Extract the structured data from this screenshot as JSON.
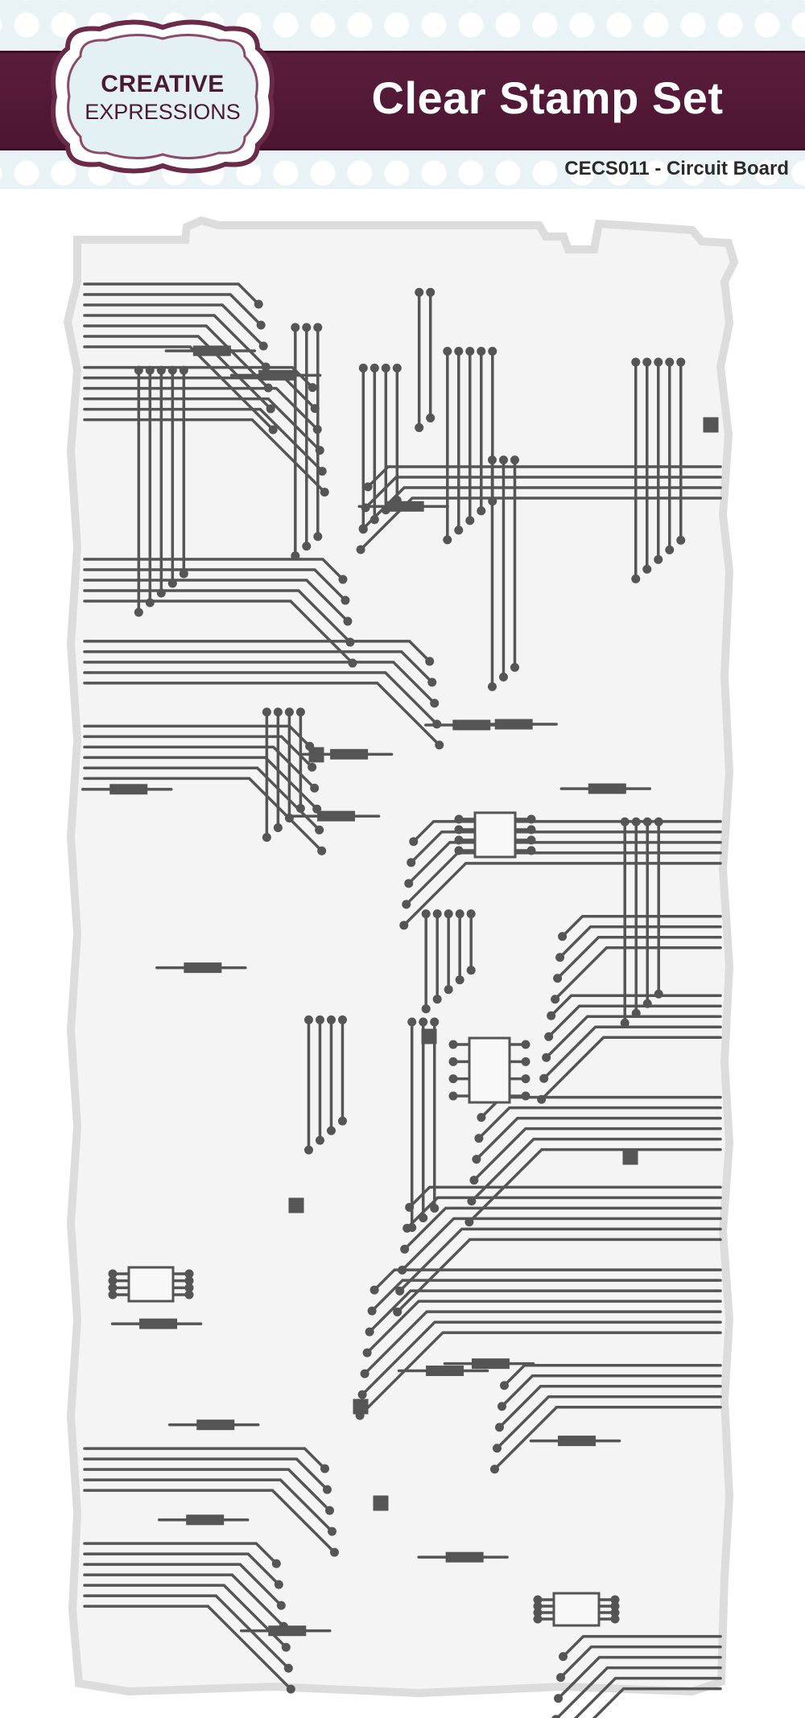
{
  "header": {
    "title": "Clear Stamp Set",
    "product_code": "CECS011 - Circuit Board"
  },
  "logo": {
    "line1": "CREATIVE",
    "line2": "EXPRESSIONS"
  },
  "colors": {
    "header_band": "#4c1531",
    "logo_frame": "#6a2a4a",
    "logo_fill": "#e3f1f4",
    "trace": "#555555",
    "stamp_fill": "#f4f4f4"
  },
  "image": {
    "subject": "circuit-board-stamp-design"
  }
}
